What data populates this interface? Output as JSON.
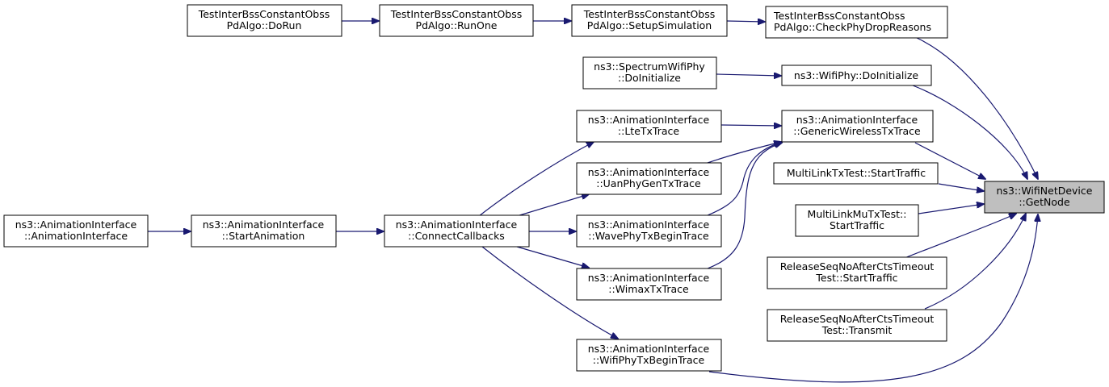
{
  "colors": {
    "edge": "#191970",
    "node_fill": "#ffffff",
    "highlight_fill": "#bfbfbf",
    "border": "#000000"
  },
  "nodes": {
    "getnode": {
      "lines": [
        "ns3::WifiNetDevice",
        "::GetNode"
      ]
    },
    "checkphydrop": {
      "lines": [
        "TestInterBssConstantObss",
        "PdAlgo::CheckPhyDropReasons"
      ]
    },
    "setupsim": {
      "lines": [
        "TestInterBssConstantObss",
        "PdAlgo::SetupSimulation"
      ]
    },
    "runone": {
      "lines": [
        "TestInterBssConstantObss",
        "PdAlgo::RunOne"
      ]
    },
    "dorun": {
      "lines": [
        "TestInterBssConstantObss",
        "PdAlgo::DoRun"
      ]
    },
    "wifiphyinit": {
      "lines": [
        "ns3::WifiPhy::DoInitialize"
      ]
    },
    "spectruminit": {
      "lines": [
        "ns3::SpectrumWifiPhy",
        "::DoInitialize"
      ]
    },
    "genericwireless": {
      "lines": [
        "ns3::AnimationInterface",
        "::GenericWirelessTxTrace"
      ]
    },
    "ltetx": {
      "lines": [
        "ns3::AnimationInterface",
        "::LteTxTrace"
      ]
    },
    "uanphy": {
      "lines": [
        "ns3::AnimationInterface",
        "::UanPhyGenTxTrace"
      ]
    },
    "wavephy": {
      "lines": [
        "ns3::AnimationInterface",
        "::WavePhyTxBeginTrace"
      ]
    },
    "wimax": {
      "lines": [
        "ns3::AnimationInterface",
        "::WimaxTxTrace"
      ]
    },
    "wifiphytx": {
      "lines": [
        "ns3::AnimationInterface",
        "::WifiPhyTxBeginTrace"
      ]
    },
    "connectcb": {
      "lines": [
        "ns3::AnimationInterface",
        "::ConnectCallbacks"
      ]
    },
    "startanim": {
      "lines": [
        "ns3::AnimationInterface",
        "::StartAnimation"
      ]
    },
    "animiface": {
      "lines": [
        "ns3::AnimationInterface",
        "::AnimationInterface"
      ]
    },
    "multilinktx": {
      "lines": [
        "MultiLinkTxTest::StartTraffic"
      ]
    },
    "multilinkmu": {
      "lines": [
        "MultiLinkMuTxTest::",
        "StartTraffic"
      ]
    },
    "releaseseqstart": {
      "lines": [
        "ReleaseSeqNoAfterCtsTimeout",
        "Test::StartTraffic"
      ]
    },
    "releaseseqtx": {
      "lines": [
        "ReleaseSeqNoAfterCtsTimeout",
        "Test::Transmit"
      ]
    }
  }
}
